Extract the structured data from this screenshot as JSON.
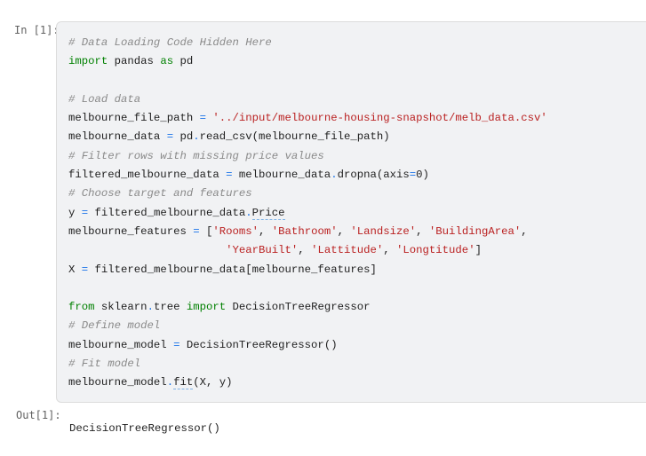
{
  "cell": {
    "in_prompt": "In [1]:",
    "out_prompt": "Out[1]:",
    "output_text": "DecisionTreeRegressor()",
    "code_lines": [
      [
        [
          "# Data Loading Code Hidden Here",
          "c"
        ]
      ],
      [
        [
          "import",
          "k"
        ],
        [
          " pandas ",
          "n"
        ],
        [
          "as",
          "k"
        ],
        [
          " pd",
          "n"
        ]
      ],
      [],
      [
        [
          "# Load data",
          "c"
        ]
      ],
      [
        [
          "melbourne_file_path ",
          "n"
        ],
        [
          "=",
          "o"
        ],
        [
          " ",
          "n"
        ],
        [
          "'../input/melbourne-housing-snapshot/melb_data.csv'",
          "s"
        ]
      ],
      [
        [
          "melbourne_data ",
          "n"
        ],
        [
          "=",
          "o"
        ],
        [
          " pd",
          "n"
        ],
        [
          ".",
          "o"
        ],
        [
          "read_csv(melbourne_file_path)",
          "n"
        ]
      ],
      [
        [
          "# Filter rows with missing price values",
          "c"
        ]
      ],
      [
        [
          "filtered_melbourne_data ",
          "n"
        ],
        [
          "=",
          "o"
        ],
        [
          " melbourne_data",
          "n"
        ],
        [
          ".",
          "o"
        ],
        [
          "dropna(axis",
          "n"
        ],
        [
          "=",
          "o"
        ],
        [
          "0)",
          "n"
        ]
      ],
      [
        [
          "# Choose target and features",
          "c"
        ]
      ],
      [
        [
          "y ",
          "n"
        ],
        [
          "=",
          "o"
        ],
        [
          " filtered_melbourne_data",
          "n"
        ],
        [
          ".",
          "o"
        ],
        [
          "Price",
          "u"
        ]
      ],
      [
        [
          "melbourne_features ",
          "n"
        ],
        [
          "=",
          "o"
        ],
        [
          " [",
          "n"
        ],
        [
          "'Rooms'",
          "s"
        ],
        [
          ", ",
          "n"
        ],
        [
          "'Bathroom'",
          "s"
        ],
        [
          ", ",
          "n"
        ],
        [
          "'Landsize'",
          "s"
        ],
        [
          ", ",
          "n"
        ],
        [
          "'BuildingArea'",
          "s"
        ],
        [
          ",",
          "n"
        ]
      ],
      [
        [
          "                        ",
          "n"
        ],
        [
          "'YearBuilt'",
          "s"
        ],
        [
          ", ",
          "n"
        ],
        [
          "'Lattitude'",
          "s"
        ],
        [
          ", ",
          "n"
        ],
        [
          "'Longtitude'",
          "s"
        ],
        [
          "]",
          "n"
        ]
      ],
      [
        [
          "X ",
          "n"
        ],
        [
          "=",
          "o"
        ],
        [
          " filtered_melbourne_data[melbourne_features]",
          "n"
        ]
      ],
      [],
      [
        [
          "from",
          "k"
        ],
        [
          " sklearn",
          "n"
        ],
        [
          ".",
          "o"
        ],
        [
          "tree ",
          "n"
        ],
        [
          "import",
          "k"
        ],
        [
          " DecisionTreeRegressor",
          "n"
        ]
      ],
      [
        [
          "# Define model",
          "c"
        ]
      ],
      [
        [
          "melbourne_model ",
          "n"
        ],
        [
          "=",
          "o"
        ],
        [
          " DecisionTreeRegressor()",
          "n"
        ]
      ],
      [
        [
          "# Fit model",
          "c"
        ]
      ],
      [
        [
          "melbourne_model",
          "n"
        ],
        [
          ".",
          "o"
        ],
        [
          "fit",
          "u"
        ],
        [
          "(X, y)",
          "n"
        ]
      ]
    ]
  }
}
